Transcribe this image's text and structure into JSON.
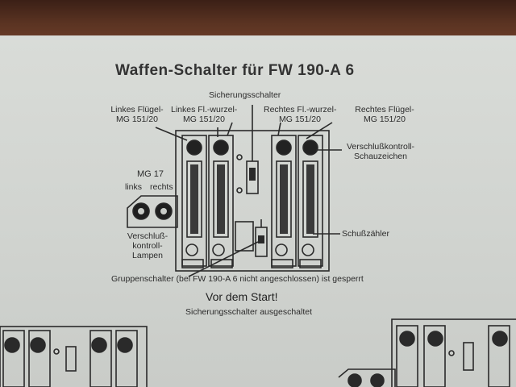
{
  "document": {
    "title": "Waffen-Schalter für FW 190-A 6",
    "labels": {
      "sicherungsschalter": "Sicherungsschalter",
      "left_wing_line1": "Linkes Flügel-",
      "left_wing_line2": "MG 151/20",
      "left_root_line1": "Linkes Fl.-wurzel-",
      "left_root_line2": "MG 151/20",
      "right_root_line1": "Rechtes Fl.-wurzel-",
      "right_root_line2": "MG 151/20",
      "right_wing_line1": "Rechtes Flügel-",
      "right_wing_line2": "MG 151/20",
      "verschluss_line1": "Verschlußkontroll-",
      "verschluss_line2": "Schauzeichen",
      "mg17": "MG 17",
      "mg17_left": "links",
      "mg17_right": "rechts",
      "lampen_line1": "Verschluß-",
      "lampen_line2": "kontroll-",
      "lampen_line3": "Lampen",
      "schusszaehler": "Schußzähler",
      "gruppenschalter": "Gruppenschalter (bei FW 190-A 6 nicht angeschlossen) ist gesperrt"
    },
    "caption_title": "Vor dem Start!",
    "caption_sub": "Sicherungsschalter ausgeschaltet"
  }
}
